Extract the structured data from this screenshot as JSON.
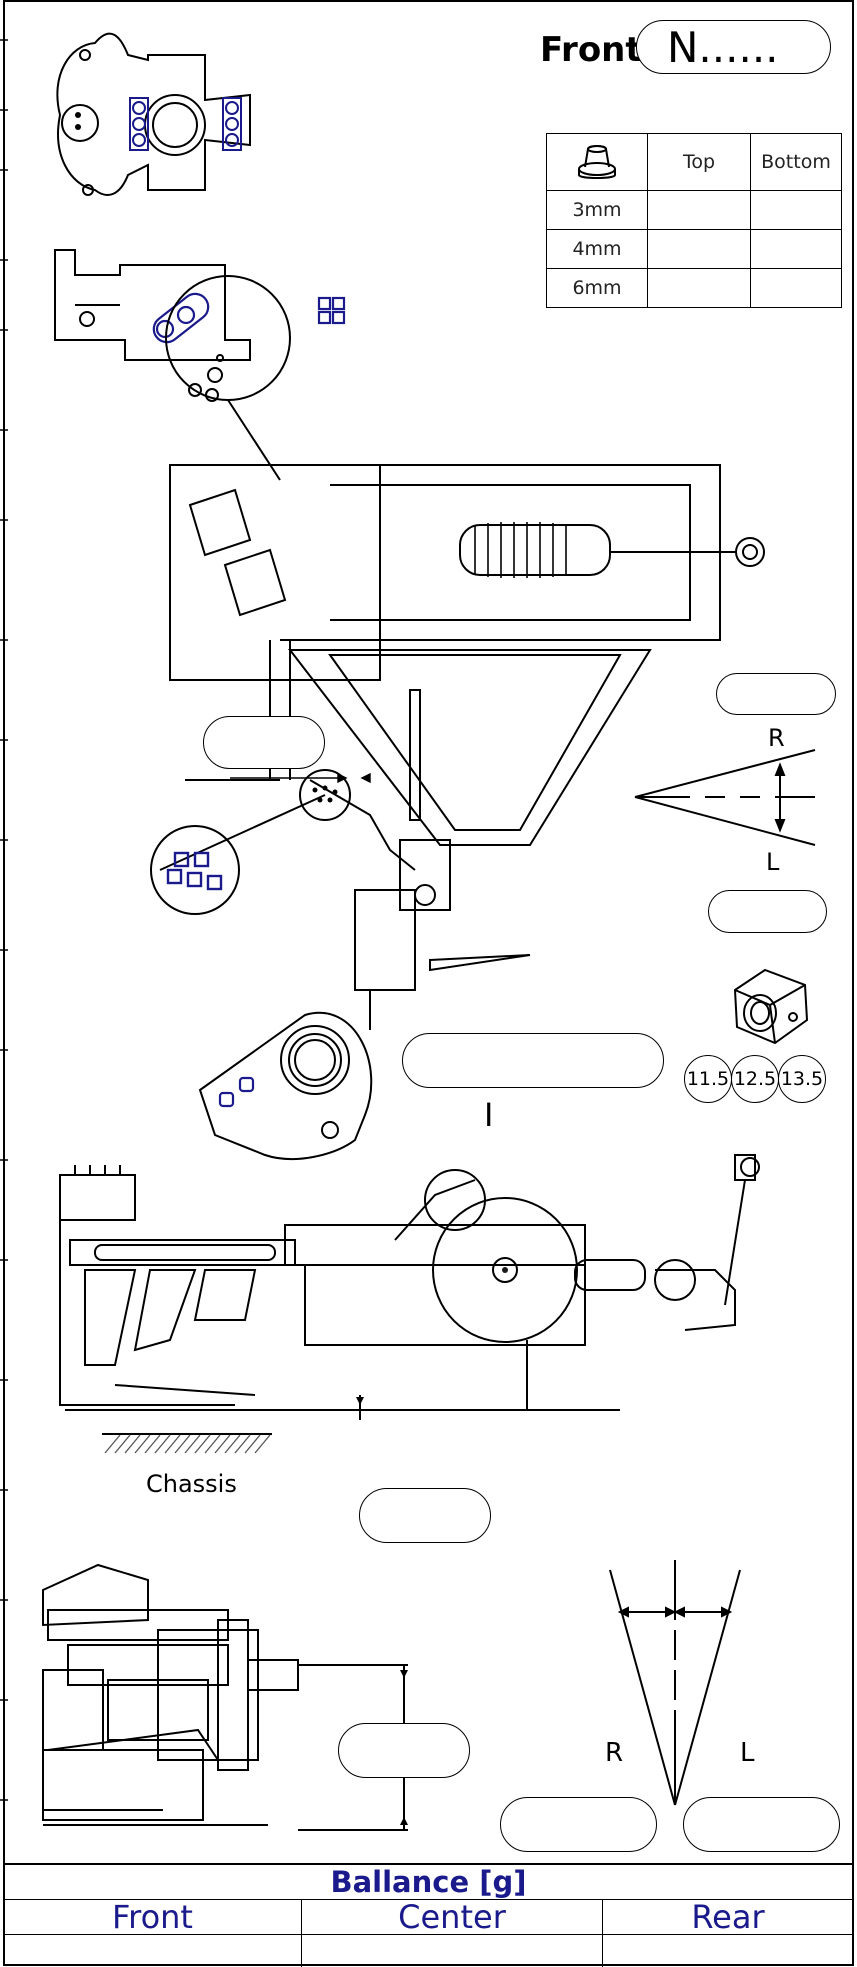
{
  "header": {
    "front_label": "Front",
    "number_field": "N......"
  },
  "spacer_table": {
    "columns": [
      "Top",
      "Bottom"
    ],
    "rows": [
      {
        "label": "3mm",
        "top": "",
        "bottom": ""
      },
      {
        "label": "4mm",
        "top": "",
        "bottom": ""
      },
      {
        "label": "6mm",
        "top": "",
        "bottom": ""
      }
    ]
  },
  "steering": {
    "right_label": "R",
    "left_label": "L"
  },
  "bump_steer_options": [
    "11.5",
    "12.5",
    "13.5"
  ],
  "side_view": {
    "marker": "I",
    "chassis_label": "Chassis"
  },
  "camber": {
    "right_label": "R",
    "left_label": "L"
  },
  "balance": {
    "title": "Ballance [g]",
    "columns": [
      "Front",
      "Center",
      "Rear"
    ]
  },
  "colors": {
    "line": "#000000",
    "highlight": "#1a1a8c"
  }
}
